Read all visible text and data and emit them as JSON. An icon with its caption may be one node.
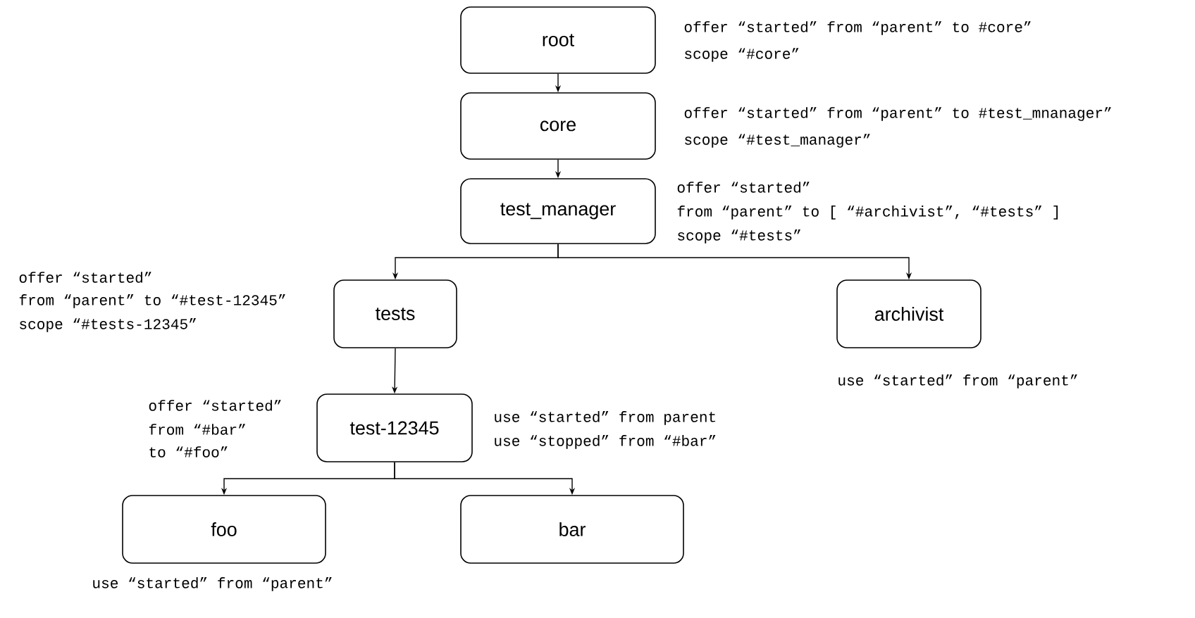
{
  "diagram": {
    "nodes": [
      {
        "text": [
          "root"
        ],
        "beside": [
          "offer “started” from “parent” to #core”",
          "scope “#core”"
        ]
      },
      {
        "text": [
          "core"
        ],
        "beside": [
          "offer “started” from “parent” to #test_mnanager”",
          "scope “#test_manager”"
        ]
      },
      {
        "text": [
          "test_manager"
        ],
        "beside": [
          "offer “started”",
          "from “parent” to [ “#archivist”, “#tests” ]",
          "scope “#tests”"
        ]
      },
      {
        "text": [
          "tests"
        ],
        "beside": [
          "offer “started”",
          "from “parent” to “#test-12345”",
          "scope “#tests-12345”"
        ]
      },
      {
        "text": [
          "archivist"
        ],
        "beside": [
          "use “started” from “parent”"
        ]
      },
      {
        "text": [
          "test-12345"
        ],
        "beside": [
          "offer “started”",
          "from “#bar”",
          "to “#foo”",
          "use “started” from parent",
          "use “stopped” from “#bar”"
        ]
      },
      {
        "text": [
          "foo"
        ],
        "beside": [
          "use “started” from “parent”"
        ]
      },
      {
        "text": [
          "bar"
        ]
      }
    ],
    "edges": [
      {
        "from": 0,
        "to": 1,
        "arrow": "to"
      },
      {
        "from": 1,
        "to": 2,
        "arrow": "to"
      },
      {
        "from": 2,
        "to": 3,
        "arrow": "to"
      },
      {
        "from": 2,
        "to": 4,
        "arrow": "to"
      },
      {
        "from": 3,
        "to": 5,
        "arrow": "to"
      },
      {
        "from": 5,
        "to": 6,
        "arrow": "to"
      },
      {
        "from": 5,
        "to": 7,
        "arrow": "to"
      }
    ]
  }
}
